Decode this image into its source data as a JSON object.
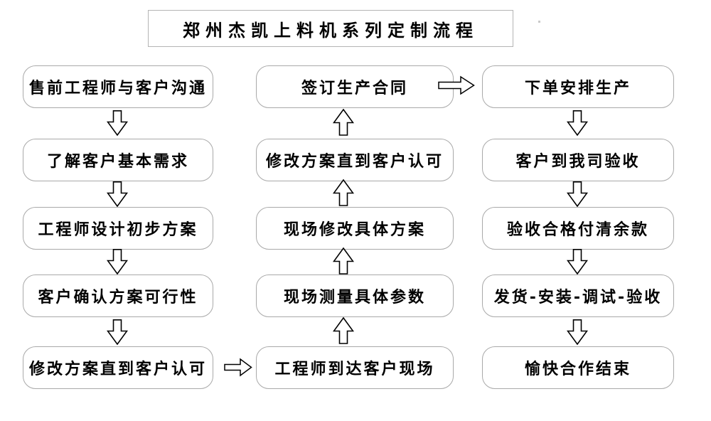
{
  "title": "郑州杰凯上料机系列定制流程",
  "columns": {
    "left": {
      "flow_direction": "down",
      "steps": [
        "售前工程师与客户沟通",
        "了解客户基本需求",
        "工程师设计初步方案",
        "客户确认方案可行性",
        "修改方案直到客户认可"
      ]
    },
    "middle": {
      "flow_direction": "up",
      "steps": [
        "签订生产合同",
        "修改方案直到客户认可",
        "现场修改具体方案",
        "现场测量具体参数",
        "工程师到达客户现场"
      ]
    },
    "right": {
      "flow_direction": "down",
      "steps": [
        "下单安排生产",
        "客户到我司验收",
        "验收合格付清余款",
        "发货-安装-调试-验收",
        "愉快合作结束"
      ]
    }
  },
  "connectors": {
    "left_bottom_to_middle_bottom": "right",
    "middle_top_to_right_top": "right"
  },
  "colors": {
    "background": "#ffffff",
    "box_border": "#a9a9a9",
    "title_border": "#b4b4b4",
    "arrow_outline": "#000000",
    "arrow_fill": "#ffffff",
    "text": "#000000"
  }
}
